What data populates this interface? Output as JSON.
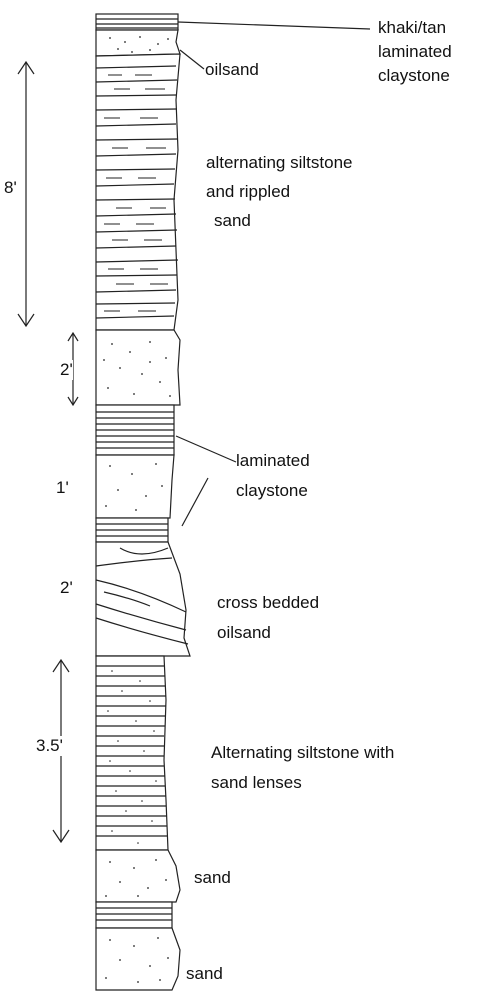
{
  "labels": {
    "khaki": [
      "khaki/tan",
      "laminated",
      "claystone"
    ],
    "oilsand_top": "oilsand",
    "alternating": [
      "alternating siltstone",
      "and rippled",
      "sand"
    ],
    "laminated_claystone": [
      "laminated",
      "claystone"
    ],
    "cross_bedded": [
      "cross bedded",
      "oilsand"
    ],
    "alternating_lenses": [
      "Alternating siltstone with",
      "sand lenses"
    ],
    "sand_1": "sand",
    "sand_2": "sand"
  },
  "thickness_labels": {
    "t8": "8'",
    "t2a": "2'",
    "t1": "1'",
    "t2b": "2'",
    "t35": "3.5'"
  },
  "colors": {
    "ink": "#222222",
    "paper": "#ffffff"
  }
}
